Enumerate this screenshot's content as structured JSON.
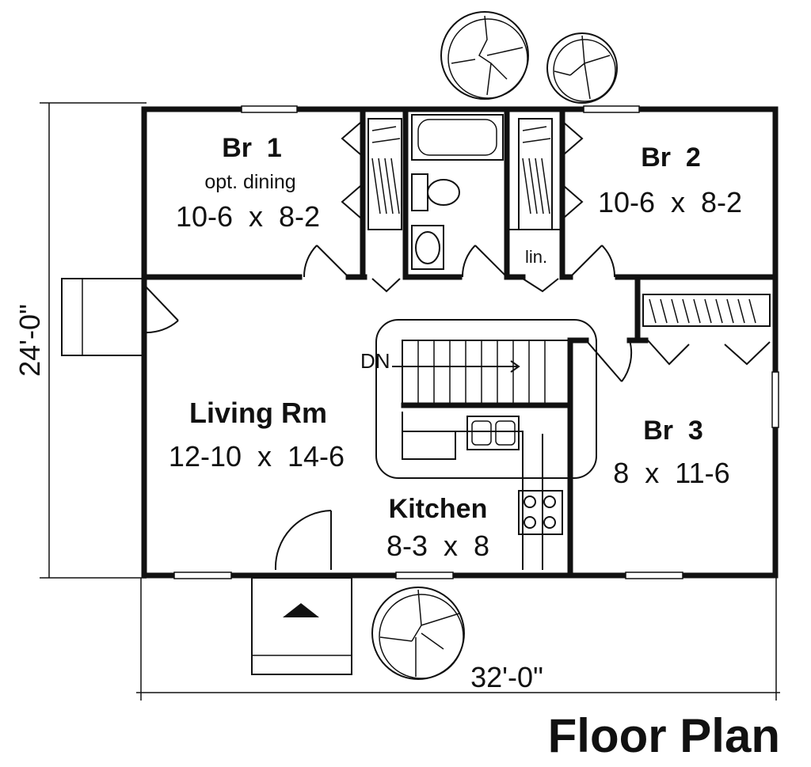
{
  "title": "Floor Plan",
  "dimensions": {
    "width": "32'-0\"",
    "depth": "24'-0\""
  },
  "rooms": {
    "br1": {
      "name": "Br  1",
      "note": "opt. dining",
      "size": "10-6  x  8-2"
    },
    "br2": {
      "name": "Br  2",
      "size": "10-6  x  8-2"
    },
    "br3": {
      "name": "Br  3",
      "size": "8  x  11-6"
    },
    "living": {
      "name": "Living Rm",
      "size": "12-10  x  14-6"
    },
    "kitchen": {
      "name": "Kitchen",
      "size": "8-3  x  8"
    }
  },
  "labels": {
    "stairs": "DN",
    "linen": "lin."
  }
}
